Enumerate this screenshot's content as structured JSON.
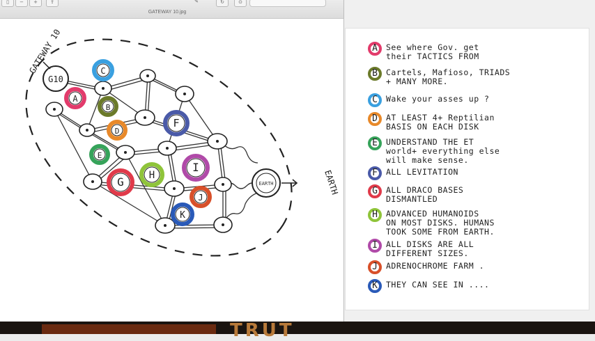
{
  "window": {
    "filename": "GATEWAY 10.jpg"
  },
  "toolbar": {
    "buttons": [
      "sidebar",
      "zoom-out",
      "zoom-in",
      "share"
    ],
    "rotate": "rotate",
    "markup": "markup"
  },
  "diagram": {
    "gateway_label": "GATEWAY 10",
    "gateway_node": "G10",
    "earth_label": "EARTH",
    "earth_node": "EARTH",
    "nodes": [
      {
        "letter": "A",
        "color": "#e23b6b"
      },
      {
        "letter": "B",
        "color": "#6b7a2a"
      },
      {
        "letter": "C",
        "color": "#3aa0e0"
      },
      {
        "letter": "D",
        "color": "#e8892a"
      },
      {
        "letter": "E",
        "color": "#36a35a"
      },
      {
        "letter": "F",
        "color": "#4a5aa8"
      },
      {
        "letter": "G",
        "color": "#e03a4a"
      },
      {
        "letter": "H",
        "color": "#8fc43a"
      },
      {
        "letter": "I",
        "color": "#b04aa8"
      },
      {
        "letter": "J",
        "color": "#d8502a"
      },
      {
        "letter": "K",
        "color": "#2a5ab8"
      }
    ]
  },
  "legend": [
    {
      "letter": "A",
      "color": "#e23b6b",
      "lines": [
        "See where Gov. get",
        "their TACTICS FROM"
      ]
    },
    {
      "letter": "B",
      "color": "#6b7a2a",
      "lines": [
        "Cartels, Mafioso, TRIADS",
        "+ MANY MORE."
      ]
    },
    {
      "letter": "C",
      "color": "#3aa0e0",
      "lines": [
        "Wake your asses up ?"
      ]
    },
    {
      "letter": "D",
      "color": "#e8892a",
      "lines": [
        "AT LEAST 4+ Reptilian",
        "BASIS ON EACH DISK"
      ]
    },
    {
      "letter": "E",
      "color": "#36a35a",
      "lines": [
        "UNDERSTAND THE ET",
        "world+ everything else",
        "will make sense."
      ]
    },
    {
      "letter": "F",
      "color": "#4a5aa8",
      "lines": [
        "ALL LEVITATION"
      ]
    },
    {
      "letter": "G",
      "color": "#e03a4a",
      "lines": [
        "ALL DRACO BASES",
        "DISMANTLED"
      ]
    },
    {
      "letter": "H",
      "color": "#8fc43a",
      "lines": [
        "ADVANCED HUMANOIDS",
        "ON MOST DISKS. HUMANS",
        "TOOK SOME FROM EARTH."
      ]
    },
    {
      "letter": "I",
      "color": "#b04aa8",
      "lines": [
        "ALL DISKS ARE ALL",
        "DIFFERENT SIZES."
      ]
    },
    {
      "letter": "J",
      "color": "#d8502a",
      "lines": [
        "ADRENOCHROME FARM ."
      ]
    },
    {
      "letter": "K",
      "color": "#2a5ab8",
      "lines": [
        "THEY CAN SEE IN ...."
      ]
    }
  ],
  "background": {
    "strip_text": "TRUT"
  }
}
